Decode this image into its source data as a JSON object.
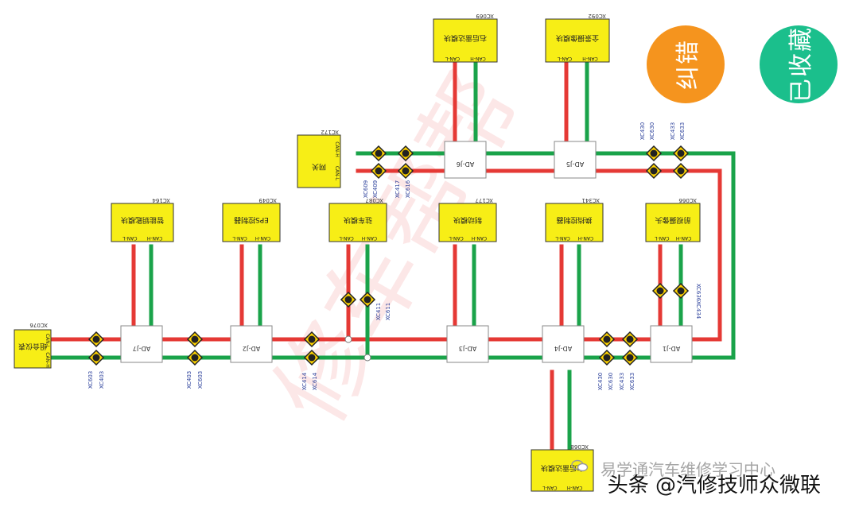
{
  "modules": [
    {
      "id": "XC076",
      "name": "组合仪表",
      "pins": [
        "CAN-L",
        "CAN-H"
      ]
    },
    {
      "id": "XC164",
      "name": "智能钥匙模块",
      "pins": [
        "CAN-L",
        "CAN-H"
      ]
    },
    {
      "id": "XC049",
      "name": "EPS控制器",
      "pins": [
        "CAN-L",
        "CAN-H"
      ]
    },
    {
      "id": "XC087",
      "name": "驻车模块",
      "pins": [
        "CAN-L",
        "CAN-H"
      ]
    },
    {
      "id": "XC177",
      "name": "制动模块",
      "pins": [
        "CAN-L",
        "CAN-H"
      ]
    },
    {
      "id": "XC341",
      "name": "换挡控制器",
      "pins": [
        "CAN-L",
        "CAN-H"
      ]
    },
    {
      "id": "XC066",
      "name": "前视摄像头",
      "pins": [
        "CAN-L",
        "CAN-H"
      ]
    },
    {
      "id": "XC172",
      "name": "网关",
      "pins": [
        "CAN-H",
        "CAN-L"
      ]
    },
    {
      "id": "XC069",
      "name": "右后雷达模块",
      "pins": [
        "CAN-L",
        "CAN-H"
      ]
    },
    {
      "id": "XC092",
      "name": "全景摄像模块",
      "pins": [
        "CAN-L",
        "CAN-H"
      ]
    },
    {
      "id": "XC068",
      "name": "左后雷达模块",
      "pins": [
        "CAN-L",
        "CAN-H"
      ]
    }
  ],
  "nodes": [
    "AD-J7",
    "AD-J2",
    "AD-J3",
    "AD-J4",
    "AD-J1",
    "AD-J6",
    "AD-J5"
  ],
  "connectors": [
    "XC603",
    "XC403",
    "XC403",
    "XC603",
    "XC414",
    "XC614",
    "XC411",
    "XC611",
    "XC430",
    "XC630",
    "XC433",
    "XC633",
    "XC636",
    "XC434",
    "XC609",
    "XC409",
    "XC417",
    "XC616",
    "XC430",
    "XC630",
    "XC433",
    "XC633"
  ],
  "actions": {
    "correct": "纠错",
    "collected": "已收藏"
  },
  "watermark": {
    "main": "头条 @汽修技师众微联",
    "sub": "易学通汽车维修学习中心",
    "bg": "修车帮帮"
  },
  "colors": {
    "can_h": "#e53935",
    "can_l": "#1aa34a",
    "module": "#f7ee16",
    "accent_orange": "#f5941e",
    "accent_green": "#1bbf8c"
  }
}
